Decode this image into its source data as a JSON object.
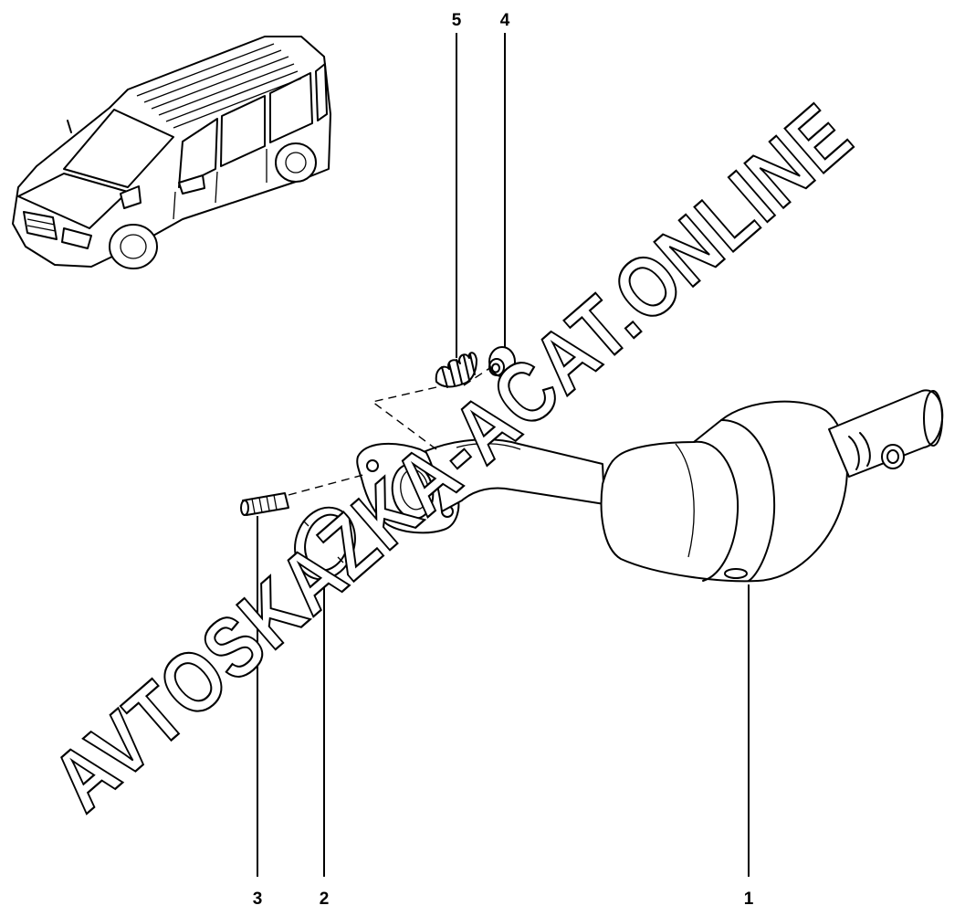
{
  "callouts": {
    "c1": "1",
    "c2": "2",
    "c3": "3",
    "c4": "4",
    "c5": "5"
  },
  "watermark": "AVTOSKAZKA-ACAT.ONLINE",
  "colors": {
    "ink": "#000000",
    "paper": "#ffffff"
  },
  "icons": {
    "vehicle": "van-outline-icon"
  }
}
